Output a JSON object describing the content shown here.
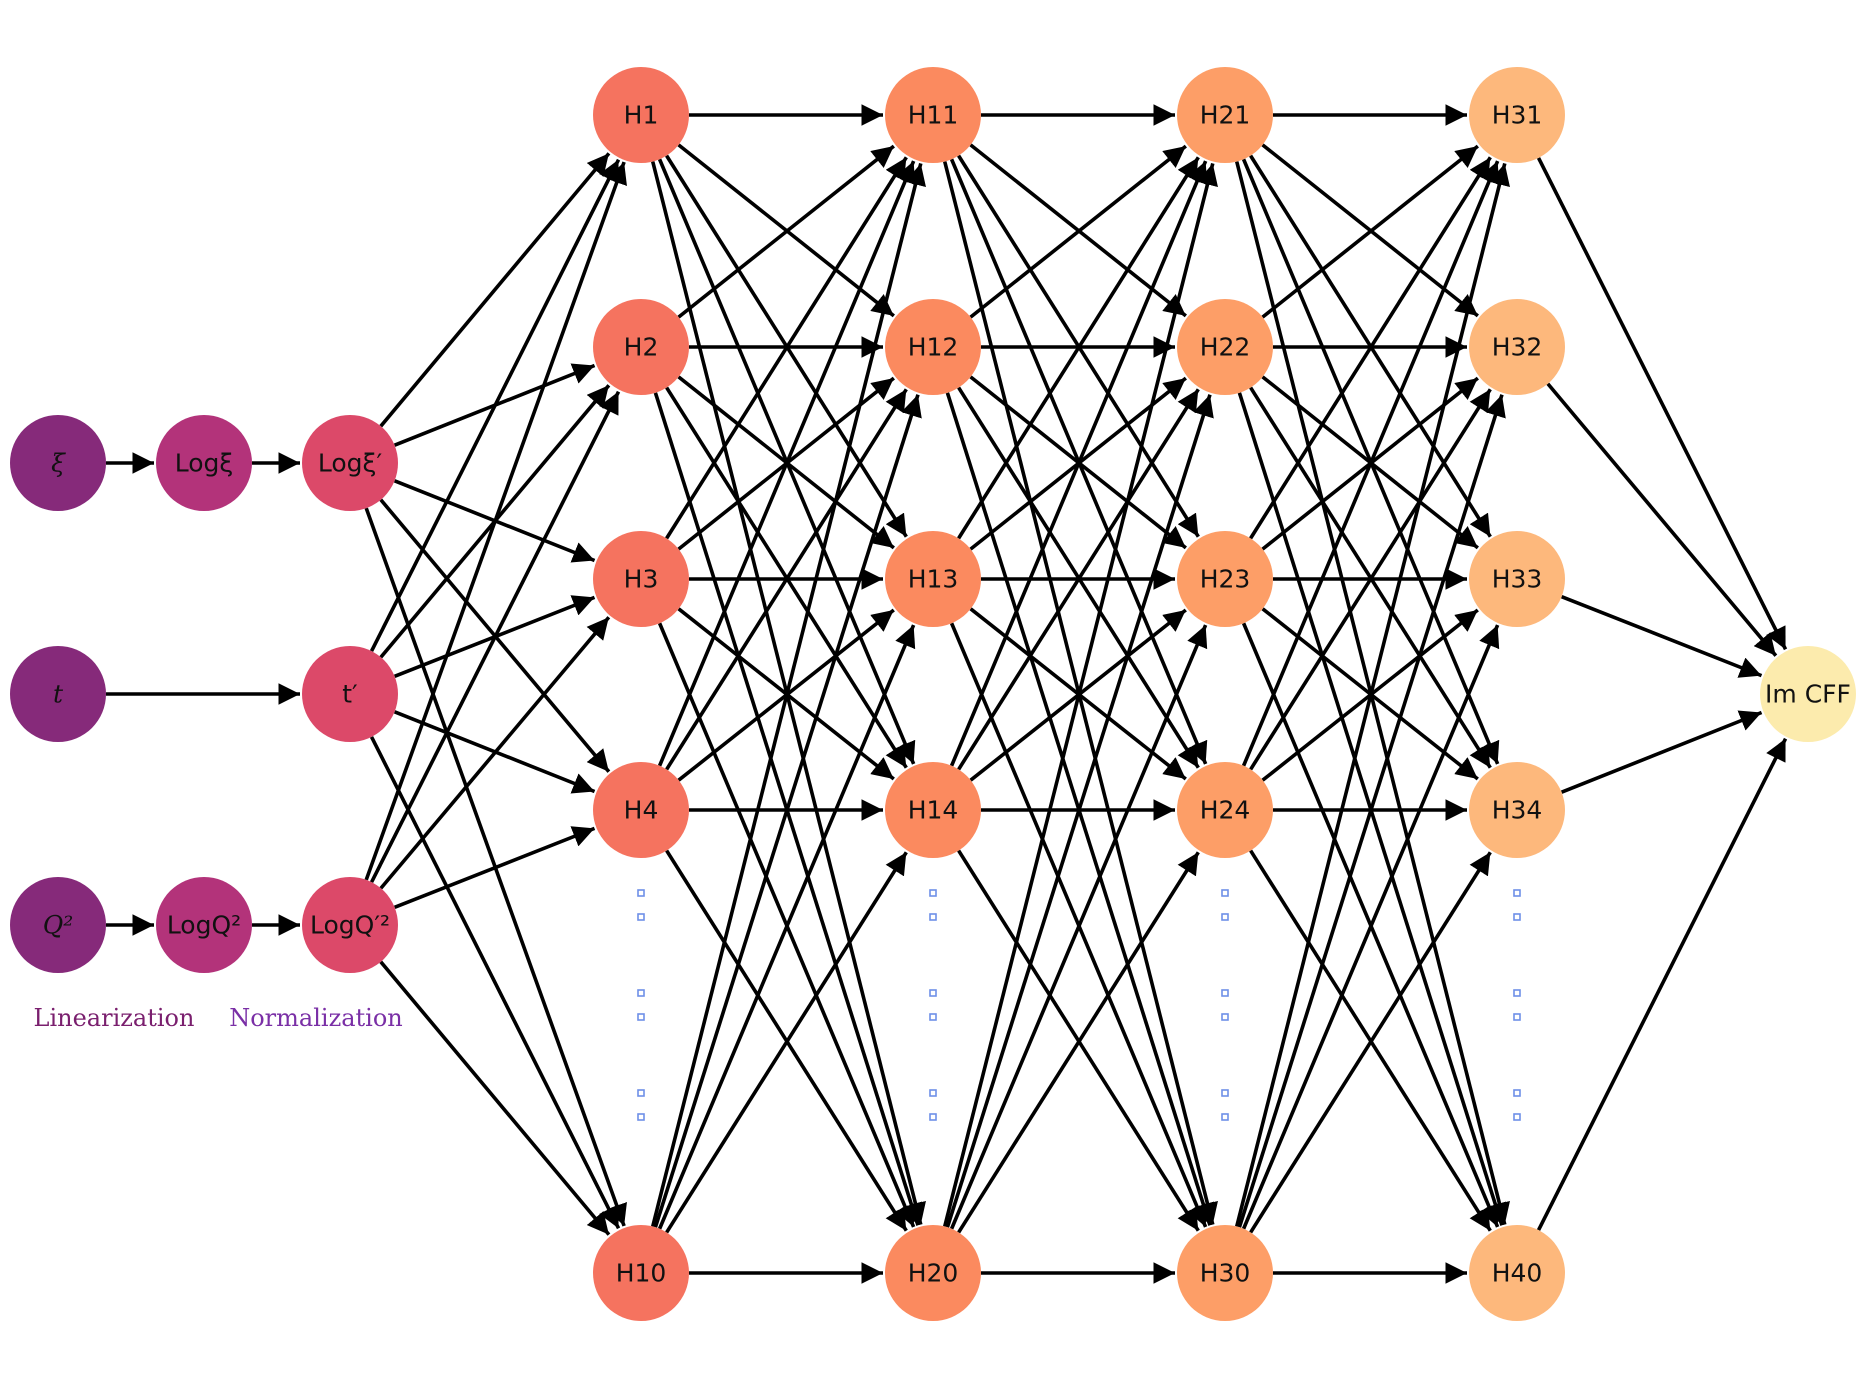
{
  "diagram": {
    "colors": {
      "input": "#862a7a",
      "linearization": "#b3337a",
      "normalization": "#dc4969",
      "layer1": "#f5735f",
      "layer2": "#fb8a5f",
      "layer3": "#fd9e67",
      "layer4": "#fdb87c",
      "output": "#fcebad",
      "edge": "#000000",
      "ellipsis": "#6e8fe8",
      "linearization_caption": "#7a1f6e",
      "normalization_caption": "#7a2fa6"
    },
    "captions": {
      "linearization": "Linearization",
      "normalization": "Normalization"
    },
    "input_nodes": [
      {
        "id": "xi",
        "label": "ξ",
        "math": true
      },
      {
        "id": "t",
        "label": "t",
        "math": true
      },
      {
        "id": "q2",
        "label": "Q²",
        "math": true
      }
    ],
    "linearization_nodes": [
      {
        "id": "logxi",
        "label": "Logξ"
      },
      {
        "id": "logq2",
        "label": "LogQ²"
      }
    ],
    "normalization_nodes": [
      {
        "id": "logxip",
        "label": "Logξ′"
      },
      {
        "id": "tp",
        "label": "t′"
      },
      {
        "id": "logq2p",
        "label": "LogQ′²"
      }
    ],
    "hidden_layers": [
      {
        "name": "layer1",
        "nodes": [
          "H1",
          "H2",
          "H3",
          "H4",
          "H10"
        ]
      },
      {
        "name": "layer2",
        "nodes": [
          "H11",
          "H12",
          "H13",
          "H14",
          "H20"
        ]
      },
      {
        "name": "layer3",
        "nodes": [
          "H21",
          "H22",
          "H23",
          "H24",
          "H30"
        ]
      },
      {
        "name": "layer4",
        "nodes": [
          "H31",
          "H32",
          "H33",
          "H34",
          "H40"
        ]
      }
    ],
    "output_node": {
      "id": "imcff",
      "label": "Im CFF"
    }
  }
}
